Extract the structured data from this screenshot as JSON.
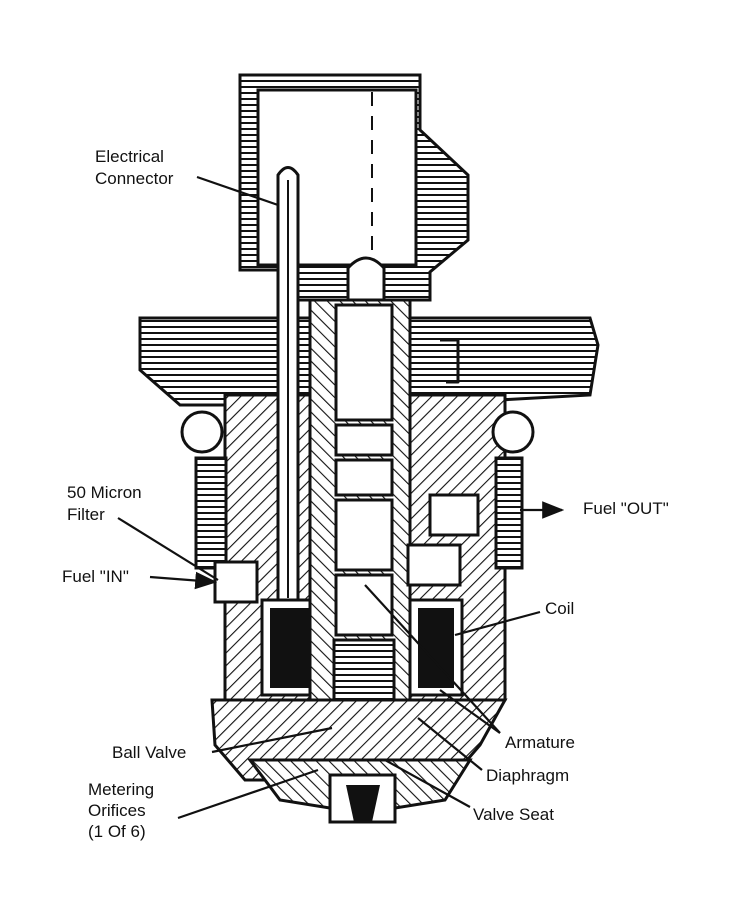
{
  "labels": {
    "electrical_connector": [
      "Electrical",
      "Connector"
    ],
    "micron_filter": [
      "50 Micron",
      "Filter"
    ],
    "fuel_in": "Fuel \"IN\"",
    "fuel_out": "Fuel \"OUT\"",
    "coil": "Coil",
    "armature": "Armature",
    "ball_valve": "Ball Valve",
    "diaphragm": "Diaphragm",
    "metering_orifices": [
      "Metering",
      "Orifices",
      "(1 Of 6)"
    ],
    "valve_seat": "Valve Seat"
  },
  "colors": {
    "ink": "#111111",
    "background": "#ffffff"
  }
}
